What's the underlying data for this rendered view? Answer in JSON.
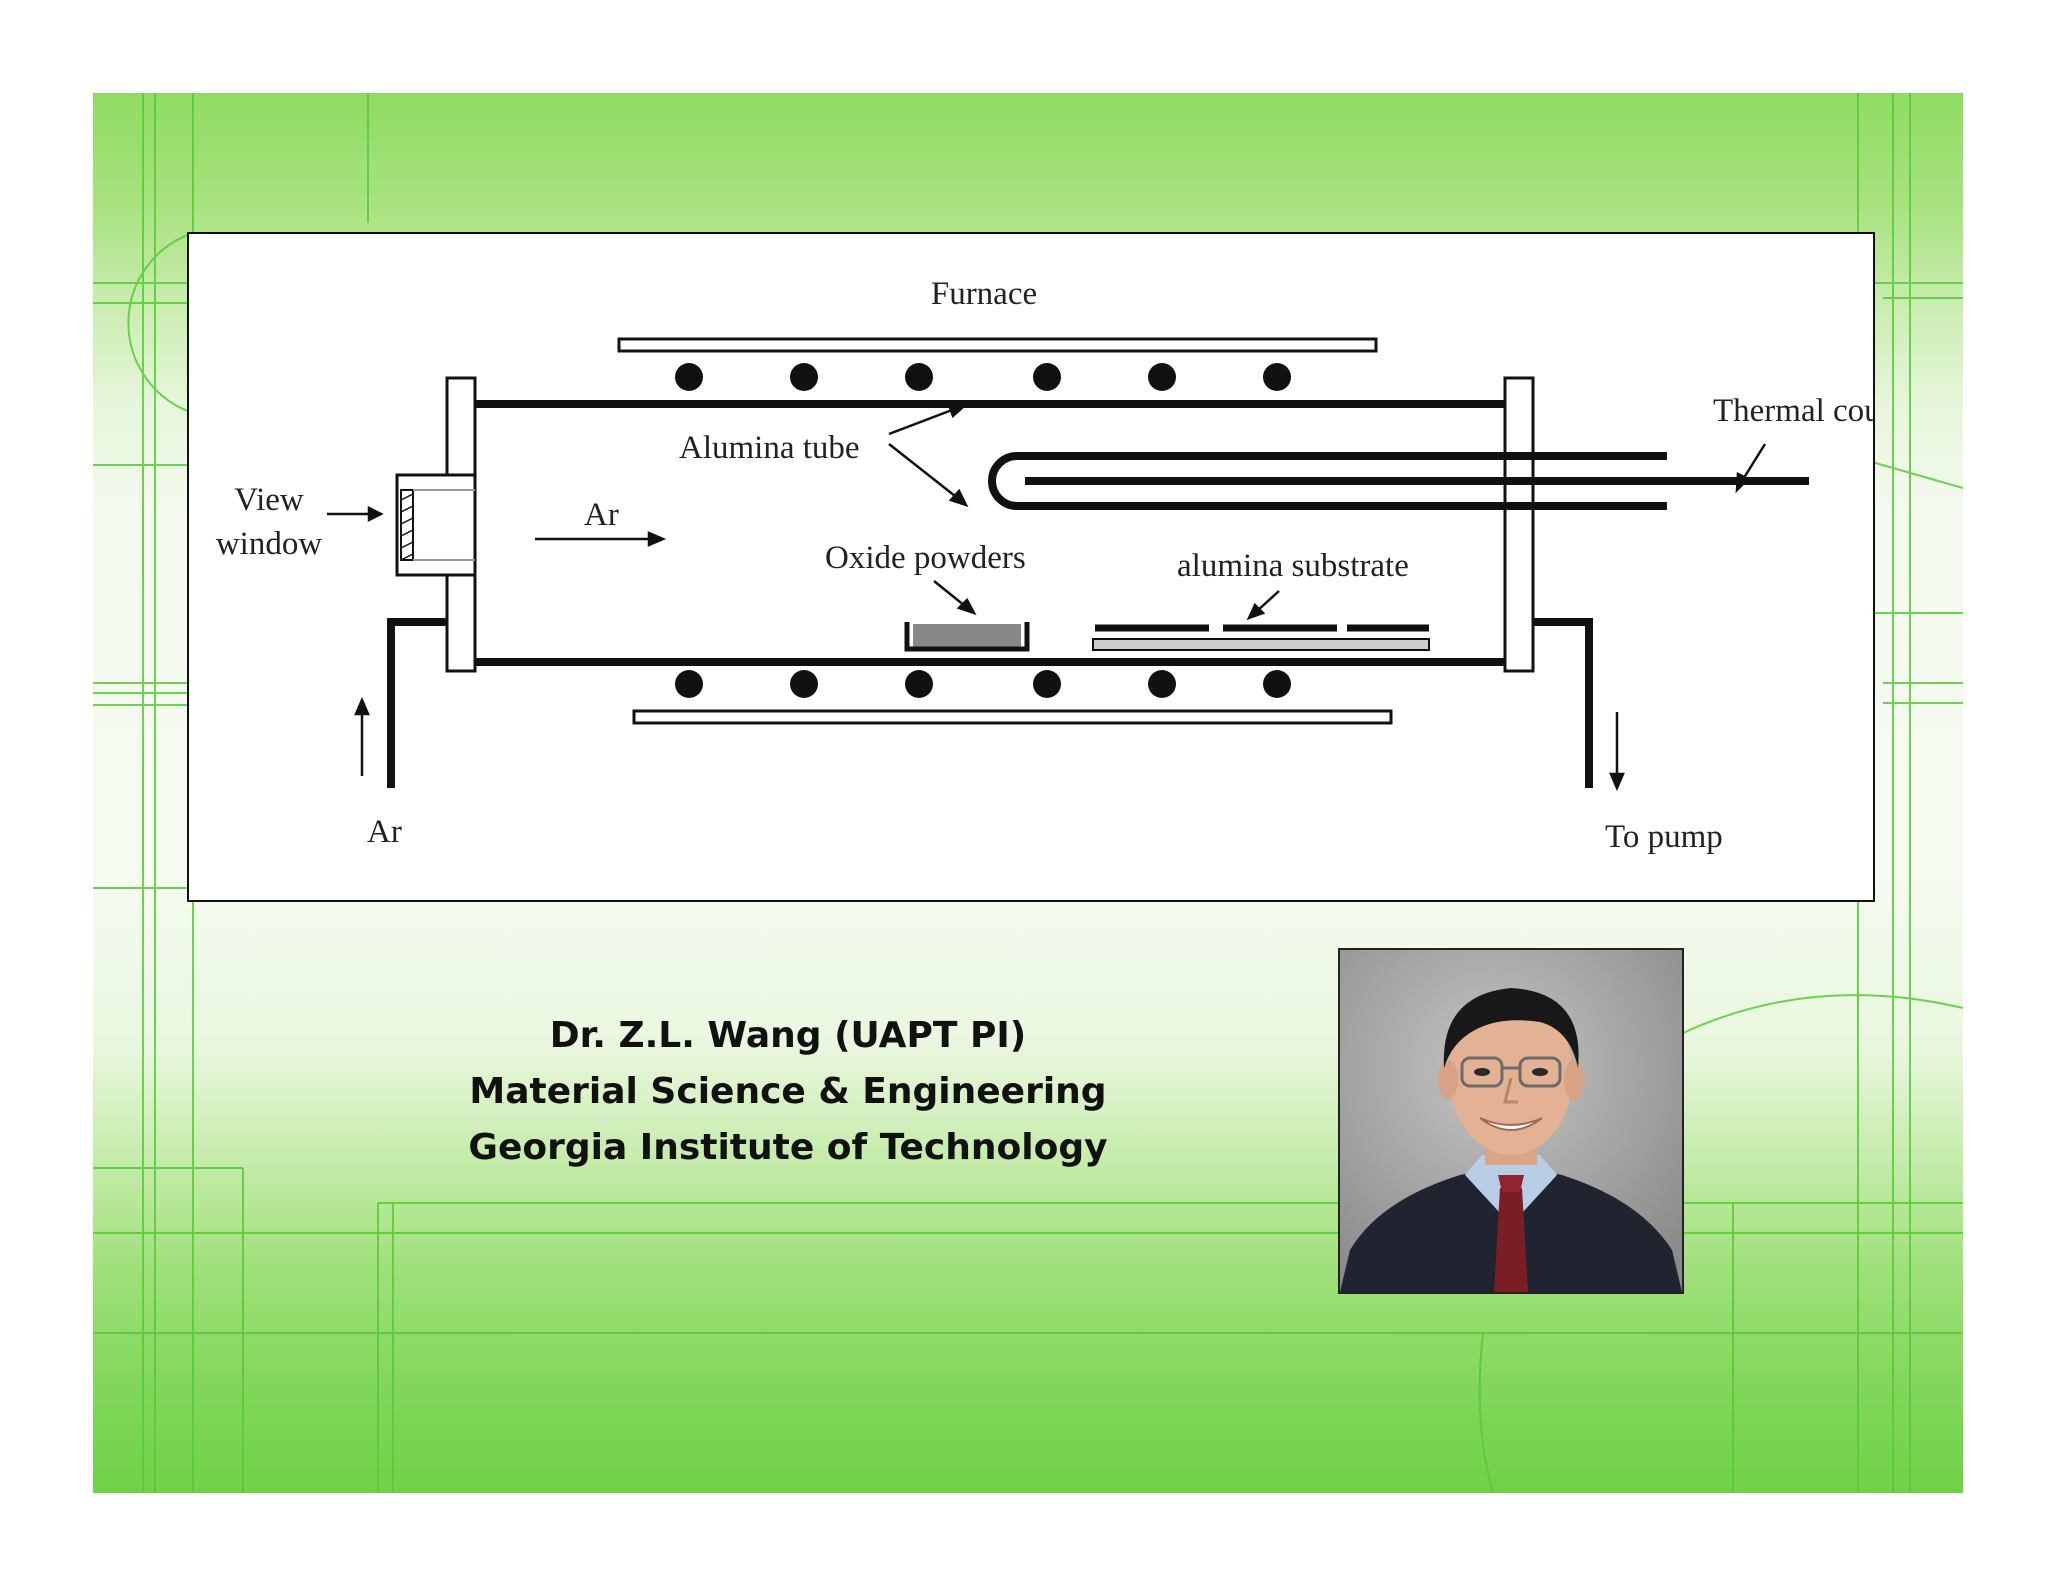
{
  "diagram": {
    "labels": {
      "furnace": "Furnace",
      "alumina_tube": "Alumina tube",
      "thermal_couple": "Thermal couple",
      "view_window_line1": "View",
      "view_window_line2": "window",
      "ar_flow": "Ar",
      "oxide_powders": "Oxide powders",
      "alumina_substrate": "alumina substrate",
      "ar_inlet": "Ar",
      "to_pump": "To pump"
    }
  },
  "caption": {
    "line1": "Dr. Z.L. Wang (UAPT PI)",
    "line2": "Material Science & Engineering",
    "line3": "Georgia Institute of Technology"
  },
  "colors": {
    "slide_green": "#5fd12f",
    "ink": "#111111"
  }
}
